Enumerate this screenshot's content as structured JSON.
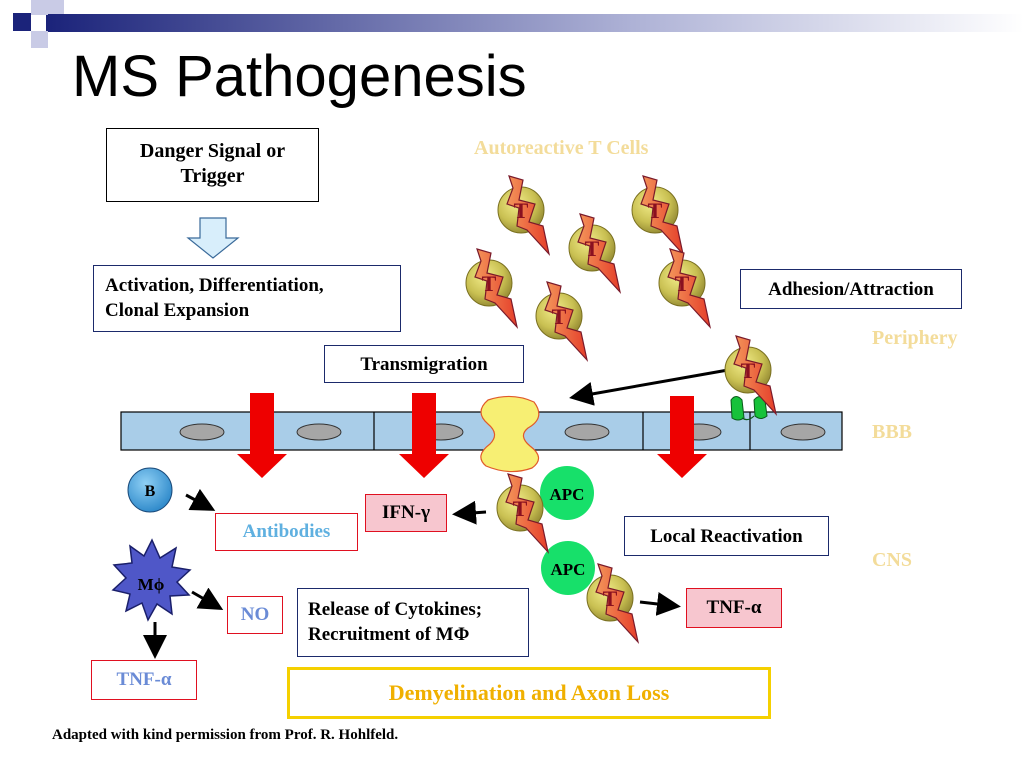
{
  "title": "MS Pathogenesis",
  "boxes": {
    "danger": "Danger Signal or Trigger",
    "activation_line1": "Activation, Differentiation,",
    "activation_line2": "Clonal Expansion",
    "transmigration": "Transmigration",
    "adhesion": "Adhesion/Attraction",
    "antibodies": "Antibodies",
    "ifn": "IFN-γ",
    "local_reactivation": "Local Reactivation",
    "no": "NO",
    "tnf_left": "TNF-α",
    "tnf_right": "TNF-α",
    "release_line1": "Release of Cytokines;",
    "release_line2": "Recruitment of MΦ",
    "demyelination": "Demyelination and Axon Loss"
  },
  "labels": {
    "autoreactive": "Autoreactive T Cells",
    "periphery": "Periphery",
    "bbb": "BBB",
    "cns": "CNS"
  },
  "cells": {
    "t": "T",
    "b": "B",
    "apc": "APC",
    "macrophage": "Mϕ"
  },
  "footnote": "Adapted with kind permission from Prof. R. Hohlfeld.",
  "colors": {
    "pale_label": "#f3dc9a",
    "arrow_red": "#ee0000",
    "apc_green": "#17e06a",
    "demyelination_border": "#f5d000",
    "blue_text": "#5fb0e0",
    "bbb_fill": "#a9cde8"
  }
}
